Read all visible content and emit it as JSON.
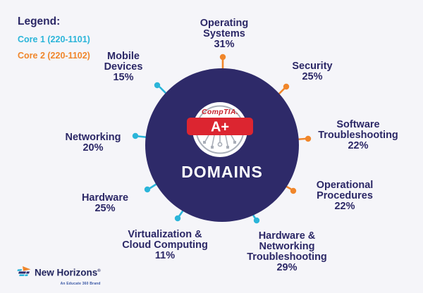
{
  "legend": {
    "title": "Legend:",
    "items": [
      {
        "label": "Core 1 (220-1101)",
        "color": "#2bb5d9"
      },
      {
        "label": "Core 2 (220-1102)",
        "color": "#f0862b"
      }
    ]
  },
  "badge": {
    "brand": "CompTIA.",
    "cert": "A+",
    "title": "DOMAINS"
  },
  "domains": [
    {
      "name": "Operating\nSystems",
      "percent": "31%",
      "core": "Core 2 (220-1102)"
    },
    {
      "name": "Security",
      "percent": "25%",
      "core": "Core 2 (220-1102)"
    },
    {
      "name": "Software\nTroubleshooting",
      "percent": "22%",
      "core": "Core 2 (220-1102)"
    },
    {
      "name": "Operational\nProcedures",
      "percent": "22%",
      "core": "Core 2 (220-1102)"
    },
    {
      "name": "Hardware &\nNetworking\nTroubleshooting",
      "percent": "29%",
      "core": "Core 1 (220-1101)"
    },
    {
      "name": "Virtualization &\nCloud Computing",
      "percent": "11%",
      "core": "Core 1 (220-1101)"
    },
    {
      "name": "Hardware",
      "percent": "25%",
      "core": "Core 1 (220-1101)"
    },
    {
      "name": "Networking",
      "percent": "20%",
      "core": "Core 1 (220-1101)"
    },
    {
      "name": "Mobile\nDevices",
      "percent": "15%",
      "core": "Core 1 (220-1101)"
    }
  ],
  "footer": {
    "brand": "New Horizons",
    "mark": "®",
    "tagline": "An Educate 360 Brand"
  },
  "colors": {
    "background": "#f5f5f9",
    "navy_circle": "#2e2a69",
    "text_navy": "#2b2766",
    "core1_cyan": "#2bb5d9",
    "core2_orange": "#f0862b",
    "banner_red": "#dc2530"
  }
}
